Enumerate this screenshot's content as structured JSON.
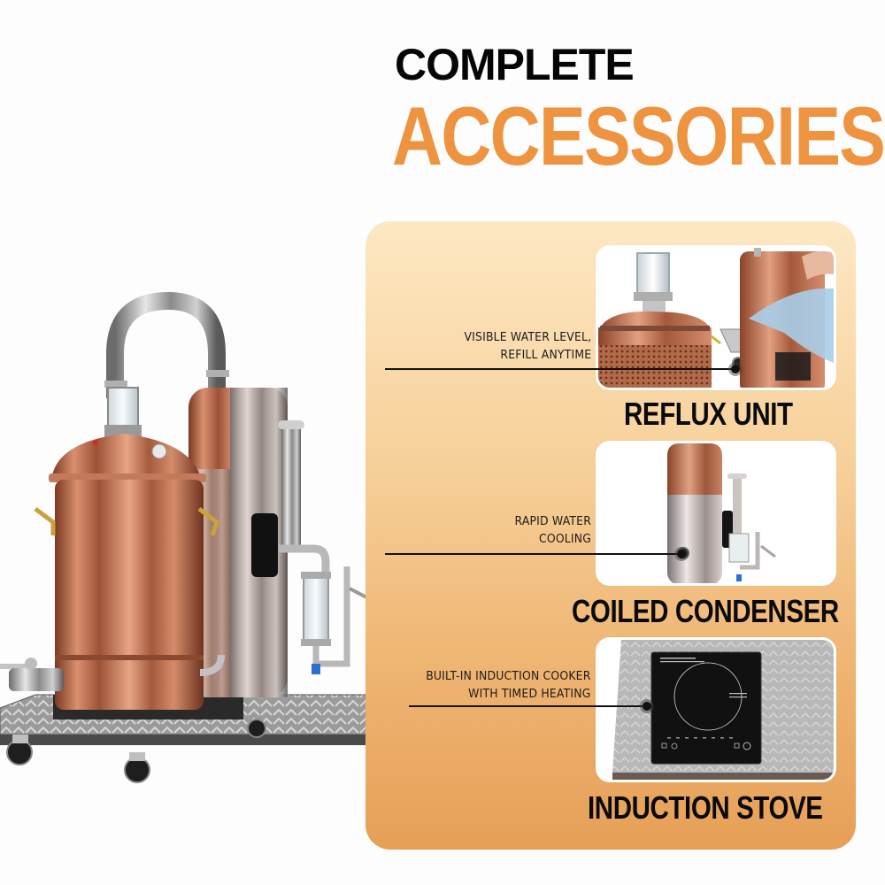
{
  "header": {
    "line1": "COMPLETE",
    "line2": "ACCESSORIES"
  },
  "colors": {
    "accent_orange": "#ee9440",
    "panel_top": "#fde8c3",
    "panel_bottom": "#e69f57",
    "text_dark": "#0a0a0a",
    "background": "#fdfdfd"
  },
  "product": {
    "icon": "copper-distiller-illustration"
  },
  "features": [
    {
      "title": "REFLUX UNIT",
      "callout_line1": "VISIBLE WATER LEVEL,",
      "callout_line2": "REFILL ANYTIME",
      "image": "reflux-unit-photo"
    },
    {
      "title": "COILED CONDENSER",
      "callout_line1": "RAPID WATER",
      "callout_line2": "COOLING",
      "image": "coiled-condenser-photo"
    },
    {
      "title": "INDUCTION STOVE",
      "callout_line1": "BUILT-IN INDUCTION COOKER",
      "callout_line2": "WITH TIMED HEATING",
      "image": "induction-stove-photo"
    }
  ]
}
